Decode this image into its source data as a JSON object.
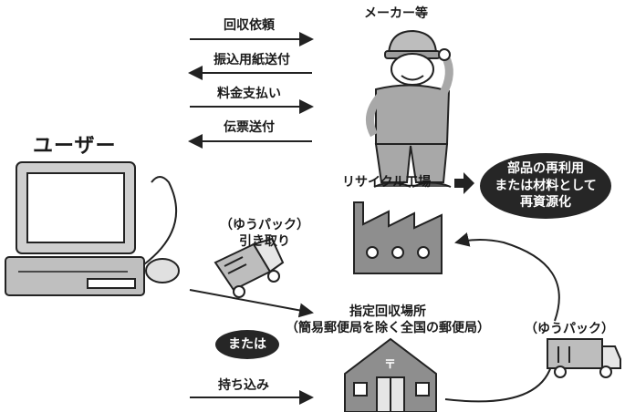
{
  "maker": {
    "label": "メーカー等"
  },
  "user": {
    "label": "ユーザー"
  },
  "arrows": {
    "request": "回収依頼",
    "transfer_form": "振込用紙送付",
    "payment": "料金支払い",
    "slip": "伝票送付"
  },
  "recycle": {
    "factory_label": "リサイクル工場",
    "result_lines": [
      "部品の再利用",
      "または材料として",
      "再資源化"
    ]
  },
  "pickup": {
    "line1": "（ゆうパック）",
    "line2": "引き取り"
  },
  "collection": {
    "line1": "指定回収場所",
    "line2": "（簡易郵便局を除く全国の郵便局）"
  },
  "or": {
    "label": "または"
  },
  "carry_in": {
    "label": "持ち込み"
  },
  "yupack": {
    "label": "（ゆうパック）"
  },
  "post_mark": "〒"
}
